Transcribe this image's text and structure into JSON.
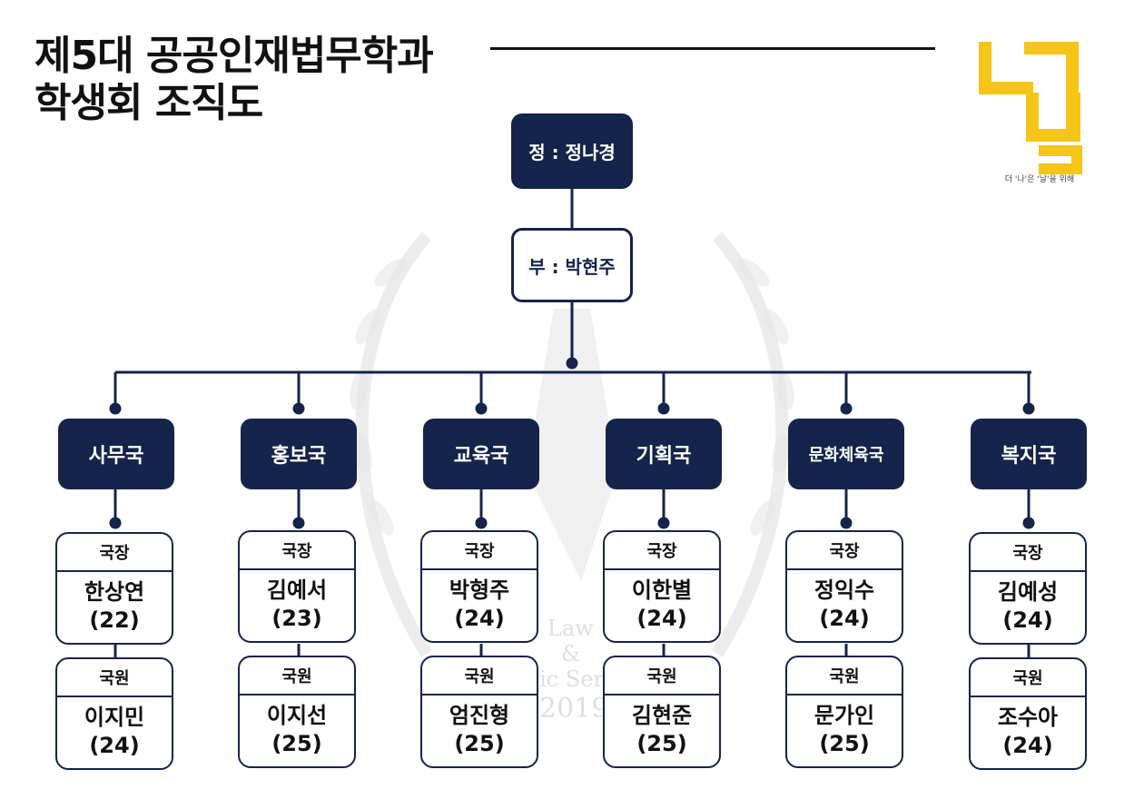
{
  "title": {
    "line1": "제5대 공공인재법무학과",
    "line2": "학생회 조직도"
  },
  "logo": {
    "tagline": "더 '나'은 '날'을 위해",
    "color": "#f5c518"
  },
  "watermark": {
    "line1": "Law",
    "line2": "&",
    "line3": "ic Ser",
    "line4": "2019"
  },
  "colors": {
    "navy": "#14244a",
    "line": "#14244a"
  },
  "president": "정 : 정나경",
  "vice_president": "부 : 박현주",
  "departments": [
    {
      "name": "사무국",
      "head": {
        "role": "국장",
        "name": "한상연",
        "age": "(22)"
      },
      "member": {
        "role": "국원",
        "name": "이지민",
        "age": "(24)"
      }
    },
    {
      "name": "홍보국",
      "head": {
        "role": "국장",
        "name": "김예서",
        "age": "(23)"
      },
      "member": {
        "role": "국원",
        "name": "이지선",
        "age": "(25)"
      }
    },
    {
      "name": "교육국",
      "head": {
        "role": "국장",
        "name": "박형주",
        "age": "(24)"
      },
      "member": {
        "role": "국원",
        "name": "엄진형",
        "age": "(25)"
      }
    },
    {
      "name": "기획국",
      "head": {
        "role": "국장",
        "name": "이한별",
        "age": "(24)"
      },
      "member": {
        "role": "국원",
        "name": "김현준",
        "age": "(25)"
      }
    },
    {
      "name": "문화체육국",
      "head": {
        "role": "국장",
        "name": "정익수",
        "age": "(24)"
      },
      "member": {
        "role": "국원",
        "name": "문가인",
        "age": "(25)"
      }
    },
    {
      "name": "복지국",
      "head": {
        "role": "국장",
        "name": "김예성",
        "age": "(24)"
      },
      "member": {
        "role": "국원",
        "name": "조수아",
        "age": "(24)"
      }
    }
  ]
}
